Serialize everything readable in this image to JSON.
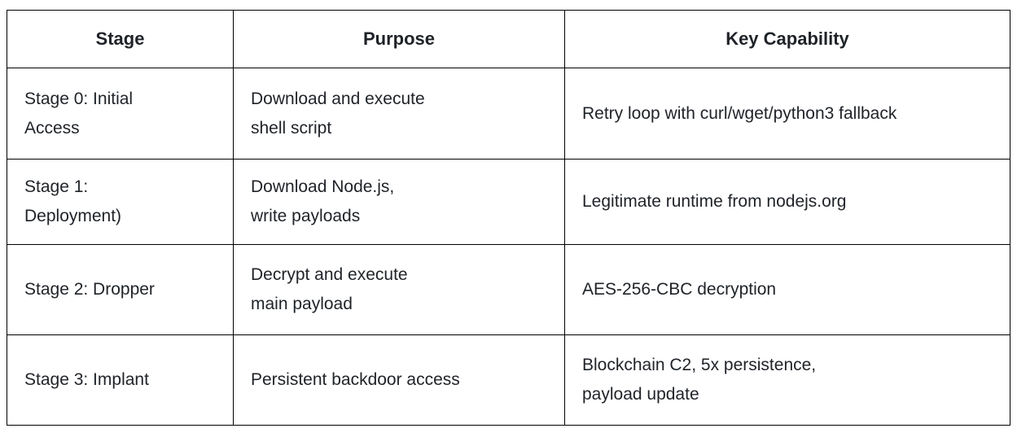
{
  "table": {
    "columns": [
      {
        "label": "Stage"
      },
      {
        "label": "Purpose"
      },
      {
        "label": "Key Capability"
      }
    ],
    "rows": [
      {
        "stage": "Stage 0: Initial\nAccess",
        "purpose": "Download and execute\nshell script",
        "capability": "Retry loop with curl/wget/python3 fallback"
      },
      {
        "stage": "Stage 1:\nDeployment)",
        "purpose": "Download Node.js,\nwrite payloads",
        "capability": "Legitimate runtime from nodejs.org"
      },
      {
        "stage": "Stage 2: Dropper",
        "purpose": "Decrypt and execute\nmain payload",
        "capability": "AES-256-CBC decryption"
      },
      {
        "stage": "Stage 3: Implant",
        "purpose": "Persistent backdoor access",
        "capability": "Blockchain C2, 5x persistence,\npayload update"
      }
    ]
  },
  "colors": {
    "text": "#1f2328",
    "border": "#000000",
    "background": "#ffffff"
  }
}
